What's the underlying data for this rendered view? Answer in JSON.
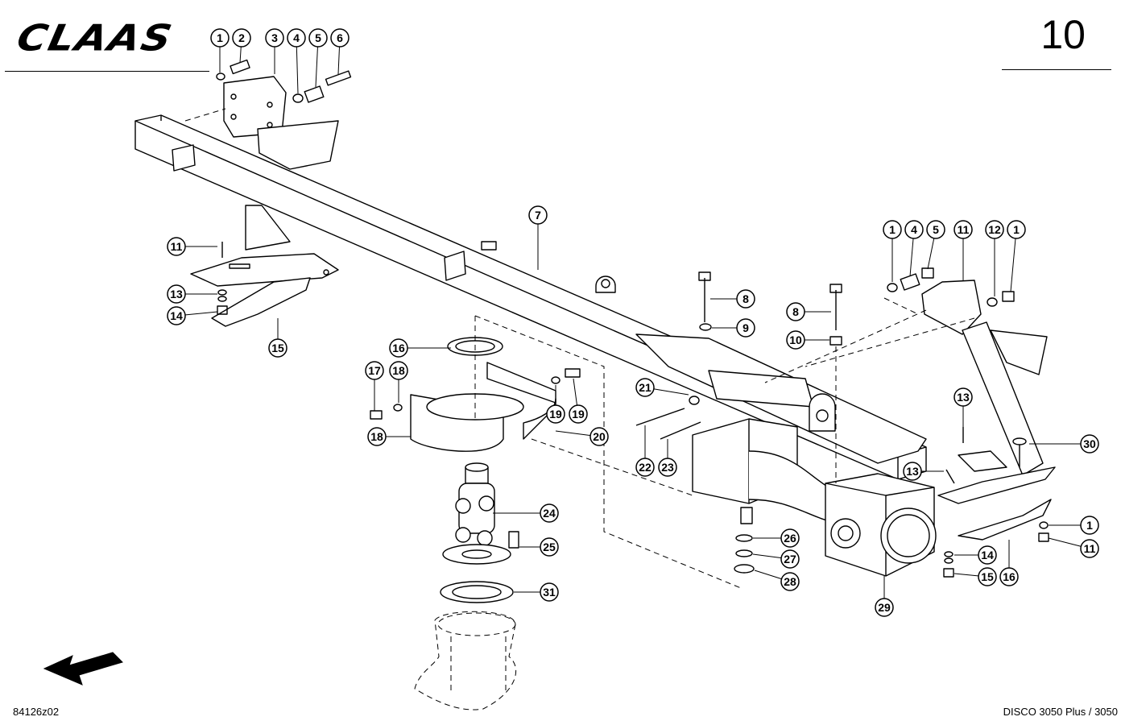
{
  "header": {
    "brand": "CLAAS",
    "page_number": "10"
  },
  "footer": {
    "drawing_code": "84126z02",
    "model": "DISCO 3050 Plus / 3050"
  },
  "callouts": [
    "1",
    "2",
    "3",
    "4",
    "5",
    "6",
    "7",
    "8",
    "8",
    "9",
    "10",
    "1",
    "4",
    "5",
    "11",
    "12",
    "1",
    "11",
    "13",
    "14",
    "15",
    "16",
    "17",
    "18",
    "19",
    "19",
    "18",
    "20",
    "21",
    "22",
    "23",
    "24",
    "25",
    "26",
    "27",
    "28",
    "29",
    "30",
    "31",
    "13",
    "13",
    "1",
    "11",
    "14",
    "15",
    "16"
  ]
}
